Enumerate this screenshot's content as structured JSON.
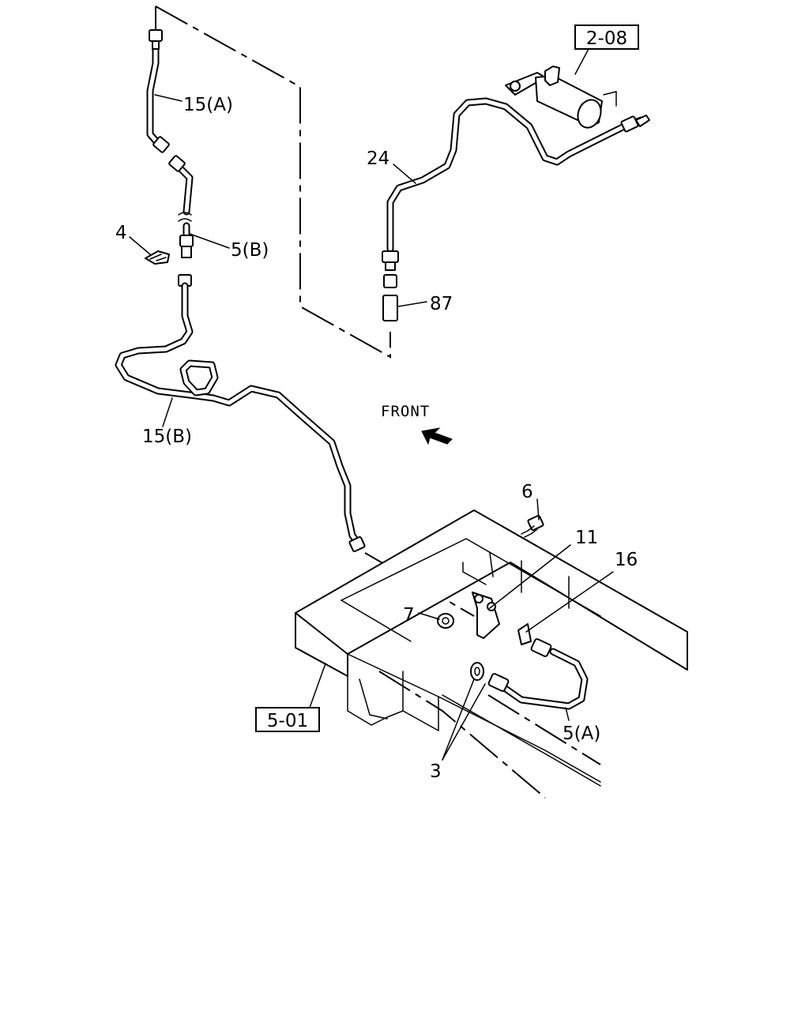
{
  "diagram": {
    "front_label": "FRONT",
    "ref_boxes": {
      "top_right": "2-08",
      "bottom_left": "5-01"
    },
    "callouts": {
      "c15a": "15(A)",
      "c4": "4",
      "c5b": "5(B)",
      "c24": "24",
      "c87": "87",
      "c15b": "15(B)",
      "c6": "6",
      "c11": "11",
      "c16": "16",
      "c7": "7",
      "c5a": "5(A)",
      "c3": "3"
    }
  }
}
